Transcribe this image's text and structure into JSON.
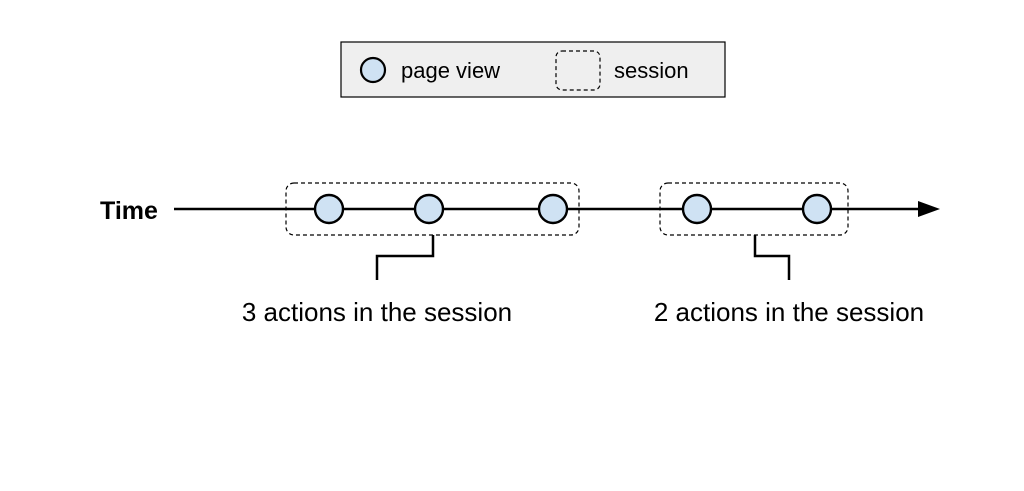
{
  "legend": {
    "page_view_label": "page view",
    "session_label": "session"
  },
  "timeline": {
    "axis_label": "Time"
  },
  "sessions": [
    {
      "annotation": "3 actions in the session",
      "page_views": 3
    },
    {
      "annotation": "2 actions in the session",
      "page_views": 2
    }
  ],
  "colors": {
    "page_view_fill": "#cfe2f3",
    "legend_background": "#efefef",
    "stroke": "#000000"
  }
}
